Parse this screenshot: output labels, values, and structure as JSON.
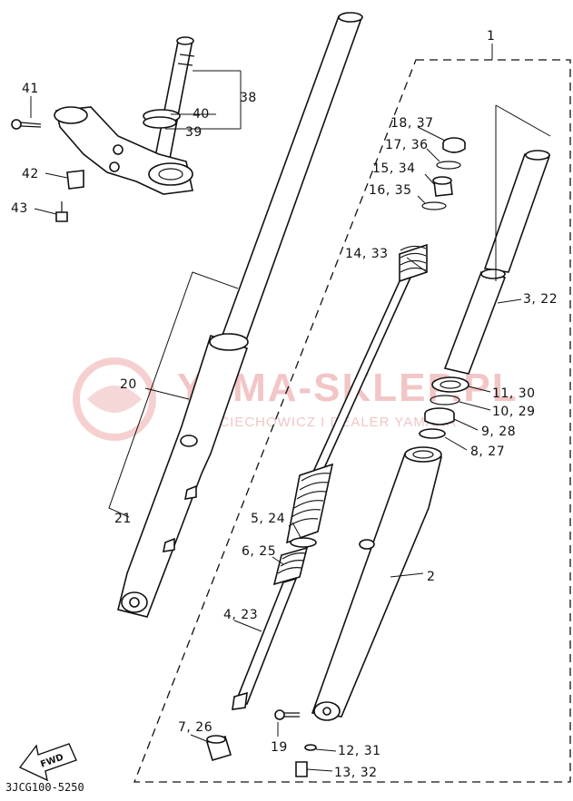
{
  "diagram": {
    "code": "3JCG100-5250",
    "fwd_label": "FWD",
    "watermark": {
      "brand": "YAMA-SKLEP.PL",
      "subline": "WOJCIECHOWICZ I DEALER YAMAHA"
    },
    "callouts": [
      {
        "id": "c1",
        "text": "1"
      },
      {
        "id": "c2",
        "text": "2"
      },
      {
        "id": "c3",
        "text": "3, 22"
      },
      {
        "id": "c4",
        "text": "4, 23"
      },
      {
        "id": "c5",
        "text": "5, 24"
      },
      {
        "id": "c6",
        "text": "6, 25"
      },
      {
        "id": "c7",
        "text": "7, 26"
      },
      {
        "id": "c8",
        "text": "8, 27"
      },
      {
        "id": "c9",
        "text": "9, 28"
      },
      {
        "id": "c10",
        "text": "10, 29"
      },
      {
        "id": "c11",
        "text": "11, 30"
      },
      {
        "id": "c12",
        "text": "12, 31"
      },
      {
        "id": "c13",
        "text": "13, 32"
      },
      {
        "id": "c14",
        "text": "14, 33"
      },
      {
        "id": "c15",
        "text": "15, 34"
      },
      {
        "id": "c16",
        "text": "16, 35"
      },
      {
        "id": "c17",
        "text": "17, 36"
      },
      {
        "id": "c18",
        "text": "18, 37"
      },
      {
        "id": "c19",
        "text": "19"
      },
      {
        "id": "c20",
        "text": "20"
      },
      {
        "id": "c21",
        "text": "21"
      },
      {
        "id": "c38",
        "text": "38"
      },
      {
        "id": "c39",
        "text": "39"
      },
      {
        "id": "c40",
        "text": "40"
      },
      {
        "id": "c41",
        "text": "41"
      },
      {
        "id": "c42",
        "text": "42"
      },
      {
        "id": "c43",
        "text": "43"
      }
    ]
  }
}
